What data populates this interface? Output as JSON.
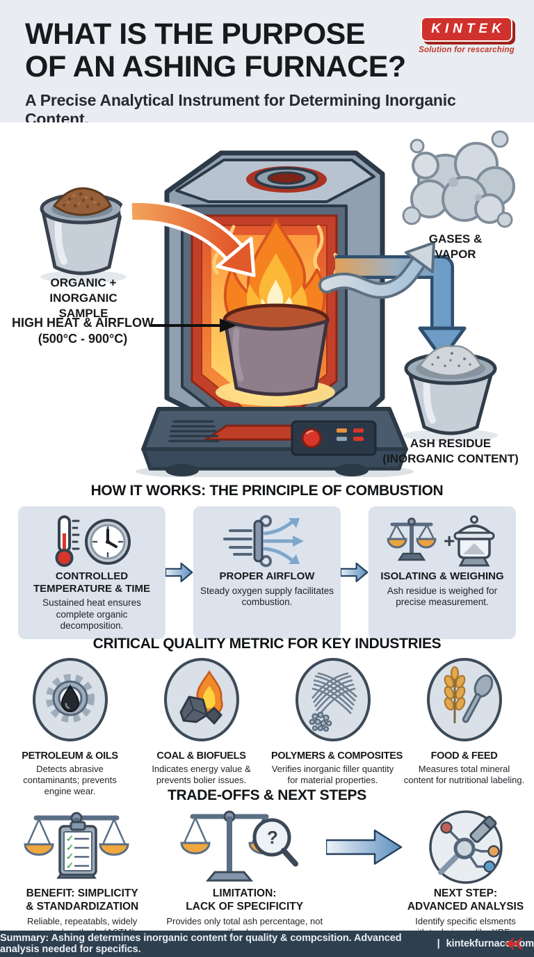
{
  "header": {
    "title": "WHAT IS THE PURPOSE\nOF AN ASHING FURNACE?",
    "subtitle": "A Precise Analytical Instrument for Determining Inorganic Content.",
    "logo": {
      "name": "KINTEK",
      "tagline": "Solution for rescarching"
    }
  },
  "diagram": {
    "labels": {
      "sample": "ORGANIC +\nINORGANIC\nSAMPLE",
      "heat": "HIGH HEAT & AIRFLOW\n(500°C - 900°C)",
      "gases": "GASES &\nVAPOR",
      "ash": "ASH RESIDUE\n(INORGANIC CONTENT)"
    },
    "icons": [
      "sample-crucible-icon",
      "furnace-icon",
      "flame-icon",
      "smoke-cloud-icon",
      "ash-crucible-icon",
      "orange-feed-arrow-icon",
      "gas-out-arrow-icon",
      "residue-out-arrow-icon",
      "heat-pointer-arrow-icon"
    ]
  },
  "how_it_works": {
    "title": "HOW IT WORKS: THE PRINCIPLE OF COMBUSTION",
    "cards": [
      {
        "icon": "thermometer-clock-icon",
        "title": "CONTROLLED\nTEMPERATURE & TIME",
        "desc": "Sustained heat ensures complete organic decomposition."
      },
      {
        "icon": "airflow-icon",
        "title": "PROPER AIRFLOW",
        "desc": "Steady oxygen supply facilitates combustion.",
        "plus": ""
      },
      {
        "icon": "scale-jar-icon",
        "title": "ISOLATING & WEIGHING",
        "desc": "Ash residue is weighed for precise measurement.",
        "plus": "+"
      }
    ]
  },
  "industries": {
    "title": "CRITICAL QUALITY METRIC FOR KEY INDUSTRIES",
    "items": [
      {
        "icon": "gear-oil-drop-icon",
        "title": "PETROLEUM & OILS",
        "desc": "Detects abrasive contaminants; prevents engine wear."
      },
      {
        "icon": "coal-flame-icon",
        "title": "COAL & BIOFUELS",
        "desc": "Indicates energy value & prevents bolier issues."
      },
      {
        "icon": "fiber-composite-icon",
        "title": "POLYMERS & COMPOSITES",
        "desc": "Verifies inorganic filler quantity for material properties."
      },
      {
        "icon": "wheat-spoon-icon",
        "title": "FOOD & FEED",
        "desc": "Measures total mineral content for nutritional labeling."
      }
    ]
  },
  "tradeoffs": {
    "title": "TRADE-OFFS & NEXT STEPS",
    "items": [
      {
        "icon": "scale-clipboard-icon",
        "title": "BENEFIT: SIMPLICITY\n& STANDARDIZATION",
        "desc": "Reliable, repeatabls, widely accepted methods (ASTM).",
        "check_glyph": "✓"
      },
      {
        "icon": "scale-magnifier-icon",
        "title": "LIMITATION:\nLACK OF SPECIFICITY",
        "desc": "Provides only total ash percentage, not specific elements.",
        "magnifier_glyph": "?"
      },
      {
        "icon": "analysis-molecule-icon",
        "title": "NEXT STEP:\nADVANCED ANALYSIS",
        "desc": "Identify specific elsments with techniques like XRF or ICP."
      }
    ]
  },
  "footer": {
    "summary": "Summary: Ashing determines inorganic content for quality & compcsition. Advanced analysis needed for specifics.",
    "separator": "|",
    "website": "kintekfurnace.com"
  },
  "colors": {
    "brand_red": "#d0312d",
    "header_bg": "#e9edf1",
    "card_bg": "#dce3ec",
    "arrow_blue": "#5e8fc0",
    "flame_orange": "#f0821f",
    "footer_bg": "#2e3f50"
  }
}
